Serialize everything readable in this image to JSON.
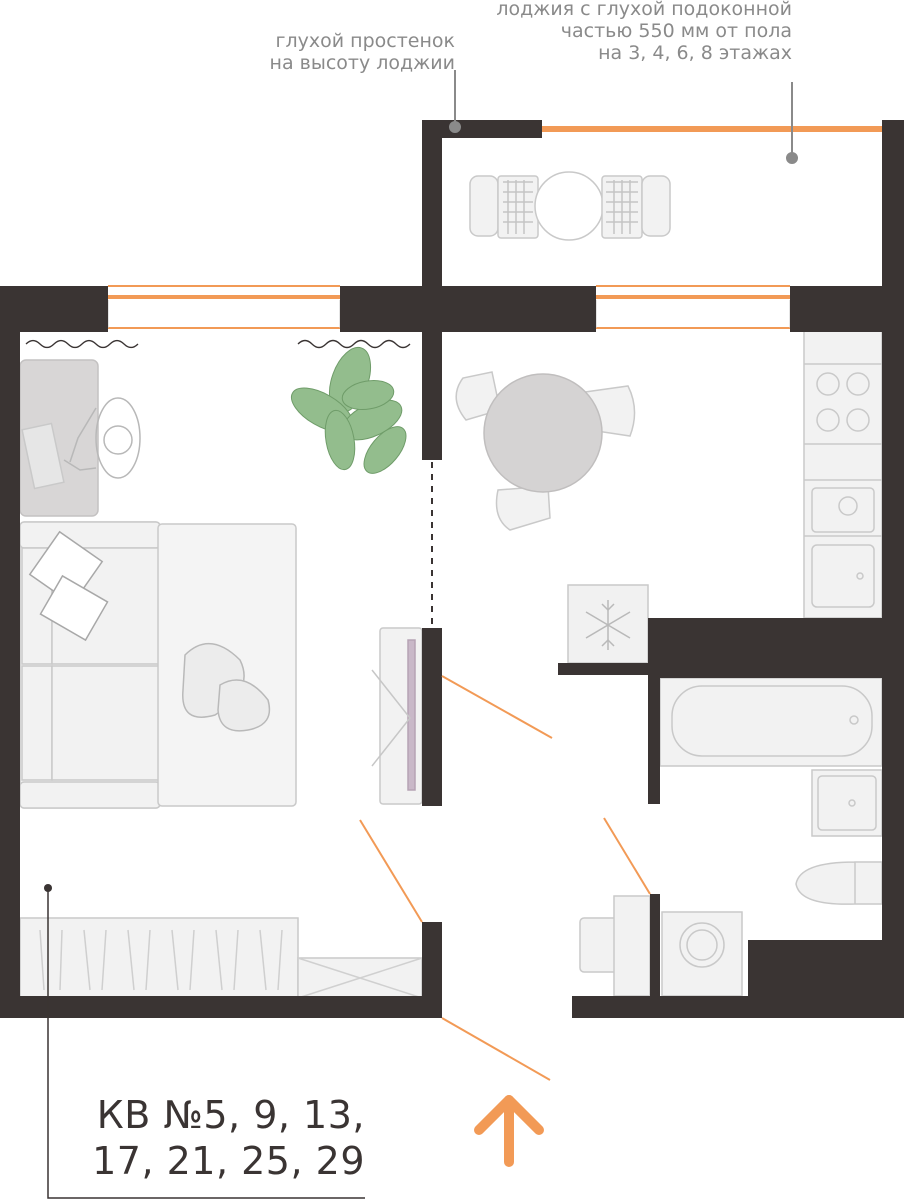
{
  "callouts": {
    "blind_pier": {
      "line1": "глухой простенок",
      "line2": "на высоту лоджии"
    },
    "loggia_note": {
      "line1": "лоджия с глухой подоконной",
      "line2": "частью 550 мм от пола",
      "line3": "на 3, 4, 6, 8 этажах"
    }
  },
  "apartment": {
    "line1": "КВ №5, 9, 13,",
    "line2": "17, 21, 25, 29"
  },
  "colors": {
    "wall": "#3a3433",
    "accent": "#f29a56",
    "furniture_fill": "#efefef",
    "furniture_stroke": "#c7c7c7",
    "plant": "#8fb88a",
    "callout_text": "#8a8a8a"
  },
  "icons": {
    "entrance": "arrow-up-icon",
    "fridge": "snowflake-icon"
  }
}
